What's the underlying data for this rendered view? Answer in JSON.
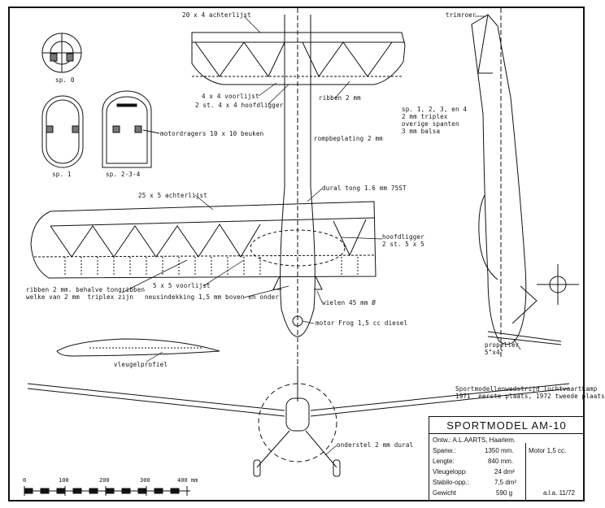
{
  "views": {
    "top_wing_label": "20 x 4 achterlijst",
    "front_leading": "4 x 4 voorlijst",
    "main_spar": "2 st. 4 x 4 hoofdligger",
    "ribs": "ribben 2 mm",
    "fuselage_plate": "rompbeplating 2 mm",
    "rear_wing_label": "25 x 5 achterlijst",
    "dural_tongue": "dural tong 1.6 mm 75ST",
    "main_spar_lower": "hoofdligger\n2 st. 5 x 5",
    "ribs_lower": "ribben 2 mm. behalve tongribben\nwelke van 2 mm  triplex zijn",
    "front_edge_lower": "5 x 5 voorlijst",
    "nose_cover": "neusindekking 1,5 mm boven en onder",
    "wheels": "wielen 45 mm Ø",
    "motor": "motor Frog 1,5 cc diesel",
    "profile": "vleugelprofiel",
    "undercarriage": "onderstel 2 mm dural",
    "trim": "trimroer",
    "propeller": "propeller\n5\"x4\"",
    "spars_note": "sp. 1, 2, 3, en 4\n2 mm triplex\noverige spanten\n3 mm balsa",
    "sp0": "sp. 0",
    "sp1": "sp. 1",
    "sp234": "sp. 2-3-4",
    "motor_mounts": "motordragers 10 x 10 beuken",
    "contest": "Sportmodellenwedstrijd luchtvaartkamp\n1971  eerste plaats, 1972 tweede plaats"
  },
  "scale": {
    "ticks": [
      "0",
      "100",
      "200",
      "300",
      "400 mm"
    ]
  },
  "titleblock": {
    "title": "SPORTMODEL  AM-10",
    "design_label": "Ontw.: A.L.AARTS, Haarlem.",
    "span_label": "Spanw.:",
    "span_value": "1350 mm.",
    "length_label": "Lengte:",
    "length_value": "840 mm.",
    "wing_area_label": "Vleugelopp:",
    "wing_area_value": "24 dm²",
    "stab_label": "Stabilo-opp.:",
    "stab_value": "7,5 dm²",
    "weight_label": "Gewicht",
    "weight_value": "590  g",
    "motor_label": "Motor  1,5 cc.",
    "drawing_id": "a.l.a. 11/72"
  }
}
